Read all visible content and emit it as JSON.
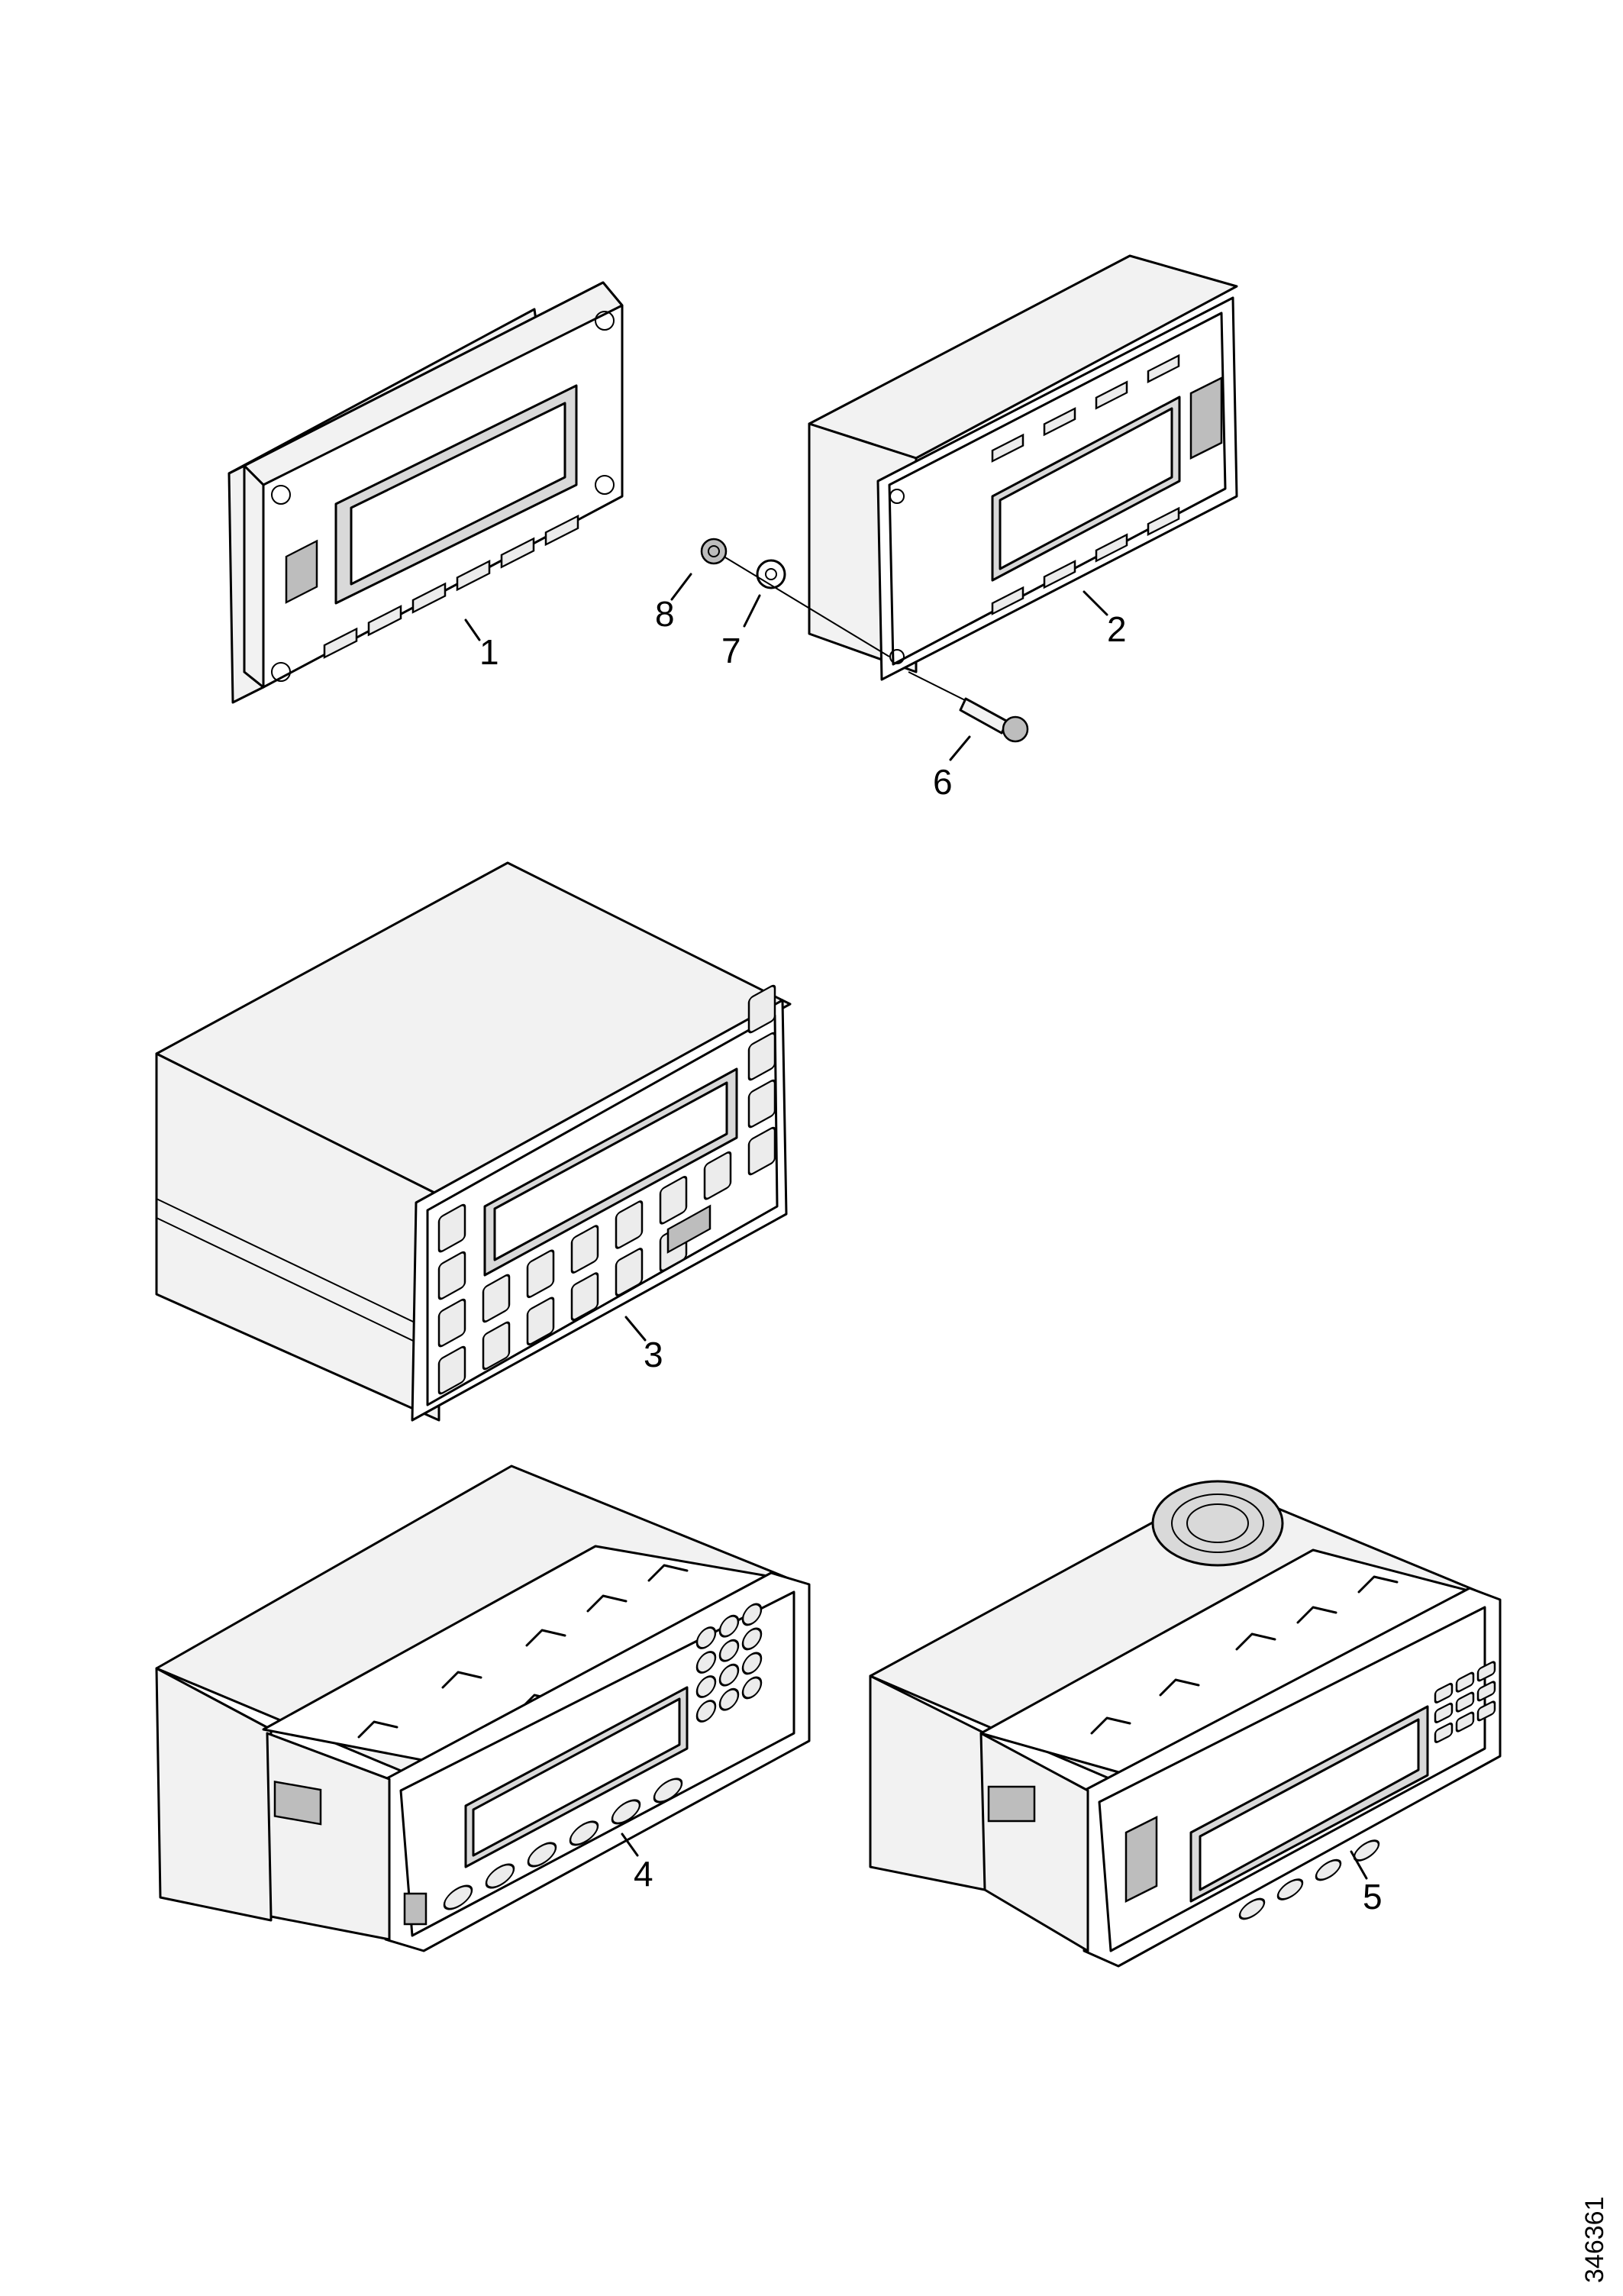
{
  "callouts": {
    "c1": "1",
    "c2": "2",
    "c3": "3",
    "c4": "4",
    "c5": "5",
    "c6": "6",
    "c7": "7",
    "c8": "8"
  },
  "document_number": "346361",
  "colors": {
    "line": "#000000",
    "background": "#ffffff",
    "shade": "#d9d9d9"
  }
}
